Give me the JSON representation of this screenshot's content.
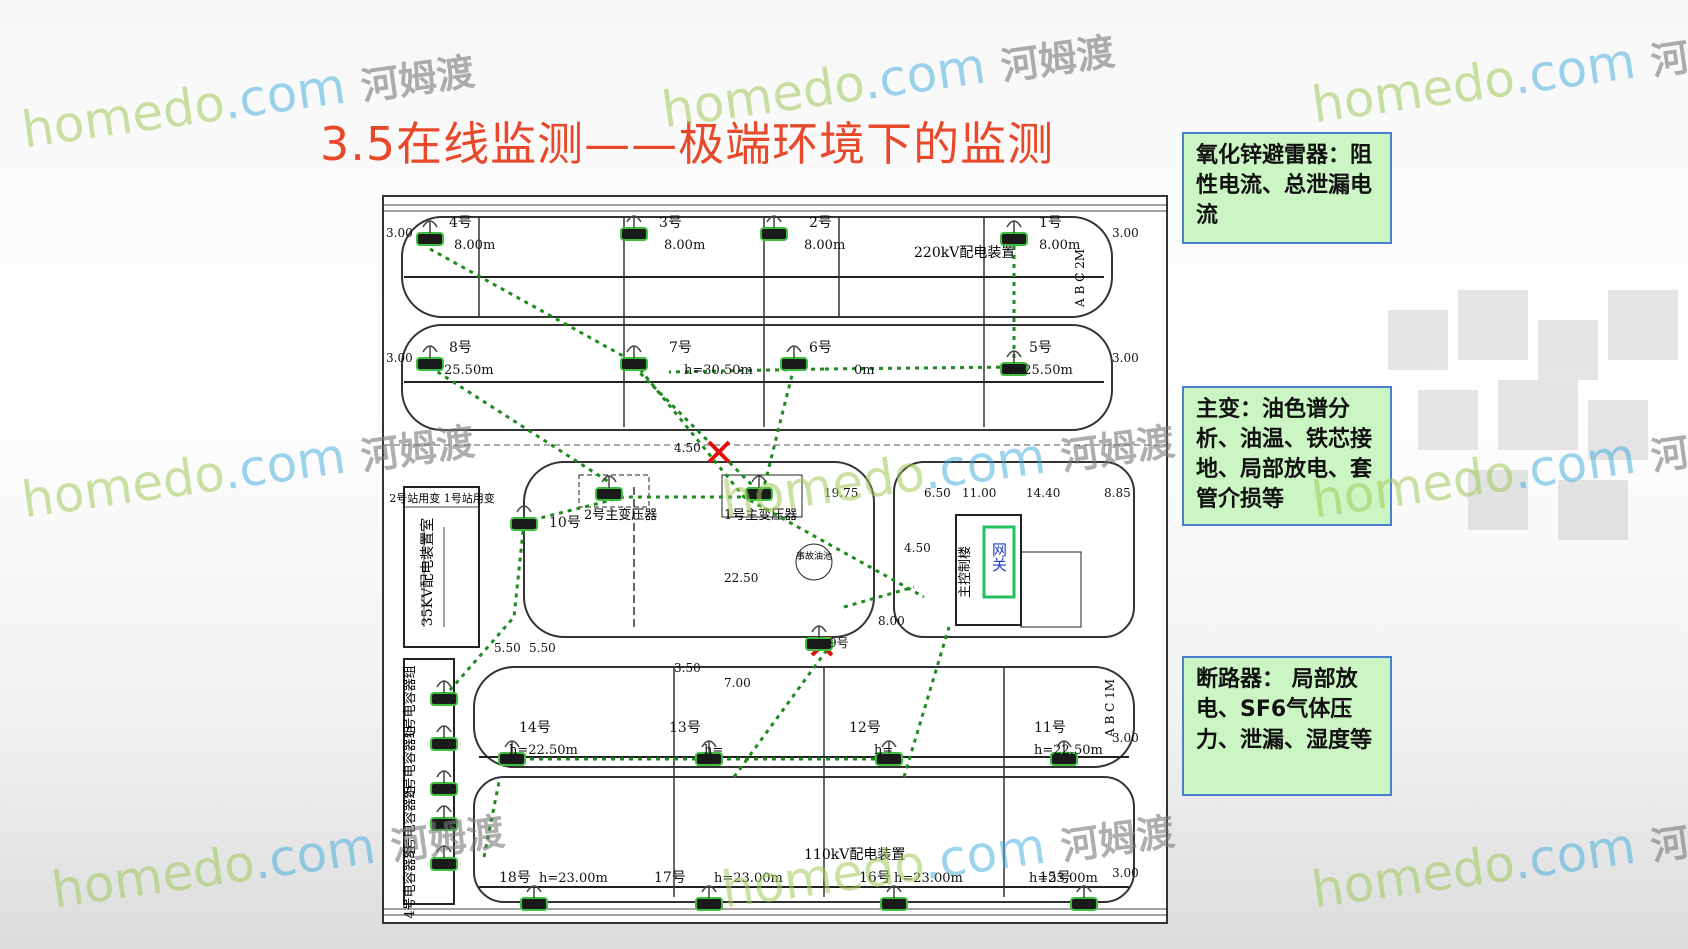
{
  "title": "3.5在线监测——极端环境下的监测",
  "callouts": {
    "arrester": "氧化锌避雷器：阻性电流、总泄漏电流",
    "transformer": "主变：油色谱分析、油温、铁芯接地、局部放电、套管介损等",
    "breaker_prefix": "断路器：  局部放电、",
    "breaker_bold": "SF6",
    "breaker_suffix": "气体压力、泄漏、湿度等"
  },
  "watermark": {
    "latin": "homedo",
    "com": ".com",
    "cn": "河姆渡"
  },
  "plan": {
    "area_220": "220kV配电装置",
    "area_110": "110kV配电装置",
    "area_35": "35KV配电装置室",
    "control_bldg": "主控制楼",
    "oil_pit": "事故油池",
    "gateway": "网关",
    "transformer_1": "1号主变压器",
    "transformer_2": "2号主变压器",
    "station_use": "2号站用变 1号站用变",
    "capacitors": [
      "1号电容器组",
      "2号电容器组",
      "3号电容器组",
      "4号电容器组"
    ],
    "bus_2m": "A B C 2M",
    "bus_1m": "A B C 1M",
    "bays_top": [
      "4号",
      "3号",
      "2号",
      "1号"
    ],
    "bays_mid": [
      "8号",
      "7号",
      "6号",
      "5号"
    ],
    "bays_bottom": [
      "14号",
      "13号",
      "12号",
      "11号"
    ],
    "bays_lowest": [
      "18号",
      "17号",
      "16号",
      "15号"
    ],
    "bay_10": "10号",
    "bay_9": "9号",
    "dims": {
      "top_heights": [
        "8.00m",
        "8.00m",
        "8.00m",
        "8.00m"
      ],
      "mid_heights": [
        "25.50m",
        "h=30.50m",
        "0m",
        "h=25.50m"
      ],
      "bottom_heights": [
        "h=22.50m",
        "h=",
        "h=",
        "h=22.50m"
      ],
      "lowest_heights": [
        "h=23.00m",
        "h=23.00m",
        "h=23.00m",
        "h=23.00m"
      ],
      "road_widths": [
        "19.75",
        "6.50",
        "11.00",
        "14.40",
        "8.85",
        "4.50",
        "4.50",
        "22.50",
        "7.00",
        "3.50",
        "8.00",
        "5.50",
        "5.50",
        "3.00",
        "3.00",
        "3.00",
        "3.00",
        "3.00",
        "3.00"
      ]
    }
  },
  "colors": {
    "title": "#e8492a",
    "callout_bg": "#ccf5c4",
    "callout_border": "#4a7fd0",
    "route": "#1f8a1f",
    "fail": "#e01010",
    "gateway_border": "#22c060"
  }
}
